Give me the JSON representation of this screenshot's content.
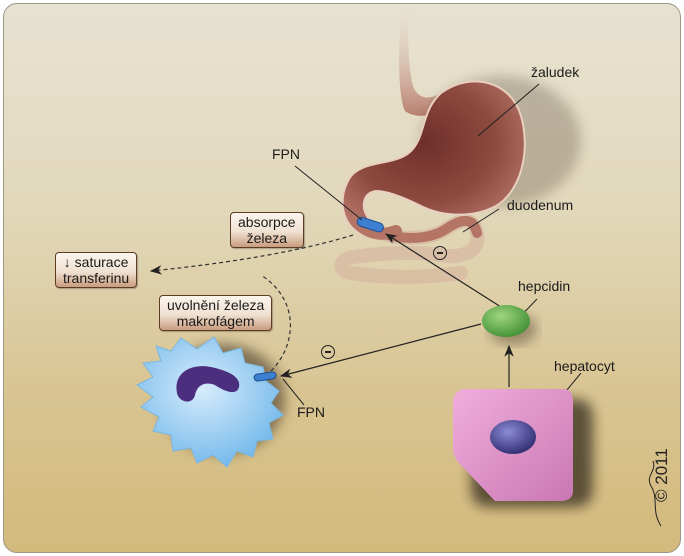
{
  "diagram": {
    "labels": {
      "stomach": "žaludek",
      "fpn_top": "FPN",
      "duodenum": "duodenum",
      "hepcidin": "hepcidin",
      "hepatocyte": "hepatocyt",
      "fpn_bottom": "FPN"
    },
    "boxes": {
      "absorption_line1": "absorpce",
      "absorption_line2": "železa",
      "saturation_line1": "↓ saturace",
      "saturation_line2": "transferinu",
      "release_line1": "uvolnění železa",
      "release_line2": "makrofágem"
    },
    "inhibition_symbol": "⊖",
    "copyright": "© 2011",
    "colors": {
      "background_top": "#e7e2d1",
      "background_bottom": "#d3b97c",
      "stomach": "#8a4a3e",
      "ferroportin": "#3d7fd0",
      "hepcidin": "#5fae4a",
      "macrophage": "#8cc8f0",
      "macrophage_nucleus": "#4b2f7e",
      "hepatocyte": "#d98bc2",
      "hepatocyte_nucleus": "#4a4a9a"
    }
  }
}
